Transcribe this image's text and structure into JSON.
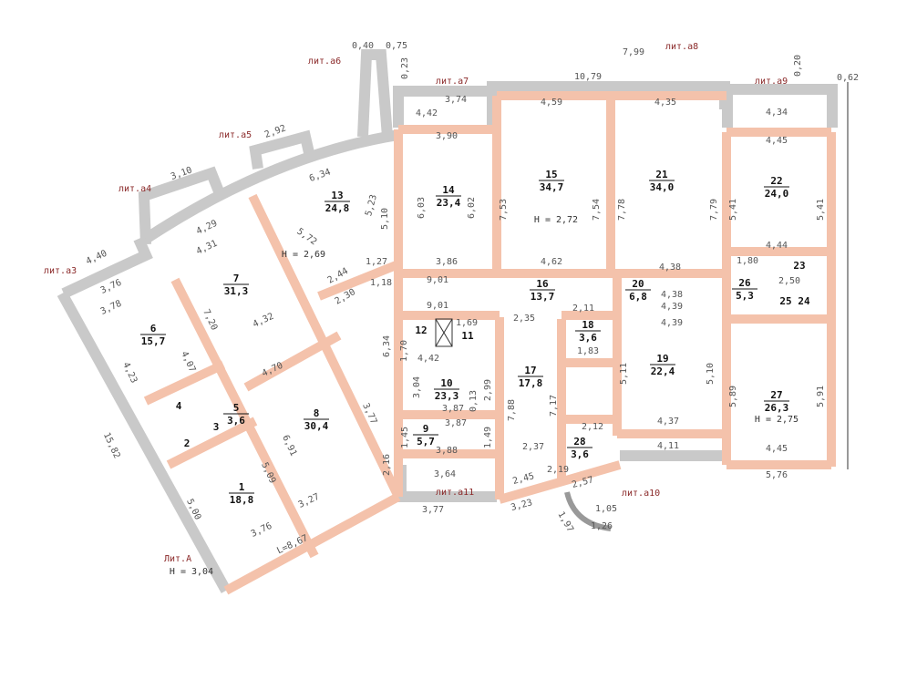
{
  "colors": {
    "interior_wall": "#f4c2ab",
    "exterior_wall": "#c9c9c9",
    "line": "#555555",
    "lit_label": "#8b2a2a"
  },
  "rooms": [
    {
      "num": "1",
      "area": "18,8"
    },
    {
      "num": "2",
      "area": ""
    },
    {
      "num": "3",
      "area": ""
    },
    {
      "num": "4",
      "area": ""
    },
    {
      "num": "5",
      "area": "3,6"
    },
    {
      "num": "6",
      "area": "15,7"
    },
    {
      "num": "7",
      "area": "31,3"
    },
    {
      "num": "8",
      "area": "30,4"
    },
    {
      "num": "9",
      "area": "5,7"
    },
    {
      "num": "10",
      "area": "23,3"
    },
    {
      "num": "11",
      "area": ""
    },
    {
      "num": "12",
      "area": ""
    },
    {
      "num": "13",
      "area": "24,8"
    },
    {
      "num": "14",
      "area": "23,4"
    },
    {
      "num": "15",
      "area": "34,7"
    },
    {
      "num": "16",
      "area": "13,7"
    },
    {
      "num": "17",
      "area": "17,8"
    },
    {
      "num": "18",
      "area": "3,6"
    },
    {
      "num": "19",
      "area": "22,4"
    },
    {
      "num": "20",
      "area": "6,8"
    },
    {
      "num": "21",
      "area": "34,0"
    },
    {
      "num": "22",
      "area": "24,0"
    },
    {
      "num": "23",
      "area": ""
    },
    {
      "num": "24",
      "area": ""
    },
    {
      "num": "25",
      "area": ""
    },
    {
      "num": "26",
      "area": "5,3"
    },
    {
      "num": "27",
      "area": "26,3"
    },
    {
      "num": "28",
      "area": "3,6"
    }
  ],
  "heights": [
    "H = 2,69",
    "H = 2,72",
    "H = 2,75"
  ],
  "lit_labels": [
    "лит.а3",
    "лит.а4",
    "лит.а5",
    "лит.а6",
    "лит.а7",
    "лит.а8",
    "лит.а9",
    "лит.а10",
    "лит.а11"
  ],
  "building": {
    "lit": "Лит.А",
    "height": "H = 3,04"
  },
  "dimensions": [
    "0,40",
    "0,75",
    "7,99",
    "10,79",
    "0,23",
    "3,74",
    "4,42",
    "4,59",
    "4,35",
    "0,20",
    "0,62",
    "4,34",
    "3,90",
    "4,45",
    "2,92",
    "3,10",
    "6,34",
    "4,29",
    "4,31",
    "4,40",
    "3,76",
    "3,78",
    "5,72",
    "5,23",
    "5,10",
    "6,03",
    "6,02",
    "7,53",
    "7,54",
    "7,78",
    "7,79",
    "5,41",
    "5,41",
    "4,44",
    "1,80",
    "2,50",
    "1,27",
    "1,18",
    "2,44",
    "2,30",
    "3,86",
    "4,62",
    "4,38",
    "9,01",
    "9,01",
    "4,38",
    "4,39",
    "4,39",
    "1,69",
    "2,35",
    "2,11",
    "1,83",
    "4,42",
    "3,87",
    "3,87",
    "3,88",
    "2,37",
    "2,12",
    "7,88",
    "7,17",
    "5,11",
    "5,10",
    "5,89",
    "5,91",
    "4,37",
    "4,11",
    "4,45",
    "5,76",
    "3,64",
    "3,77",
    "3,23",
    "2,45",
    "2,19",
    "2,57",
    "1,05",
    "1,26",
    "1,97",
    "4,32",
    "4,70",
    "7,20",
    "4,07",
    "4,23",
    "3,77",
    "6,91",
    "5,09",
    "5,00",
    "3,76",
    "3,27",
    "L=8,67",
    "6,34",
    "2,16",
    "15,82",
    "1,70",
    "3,04",
    "2,99",
    "0,13",
    "1,45",
    "1,49"
  ]
}
